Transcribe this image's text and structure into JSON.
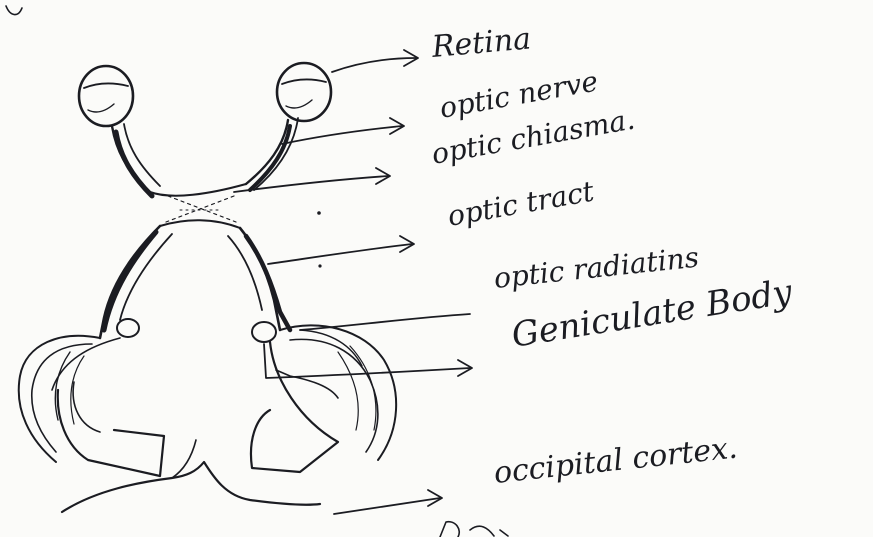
{
  "diagram": {
    "labels": {
      "retina": "Retina",
      "optic_nerve": "optic nerve",
      "optic_chiasma": "optic chiasma.",
      "optic_tract": "optic tract",
      "optic_radiations": "optic radiatins",
      "geniculate_body": "Geniculate Body",
      "occipital_cortex": "occipital cortex."
    },
    "colors": {
      "ink": "#1b1c22",
      "paper": "#fbfbf9"
    }
  }
}
